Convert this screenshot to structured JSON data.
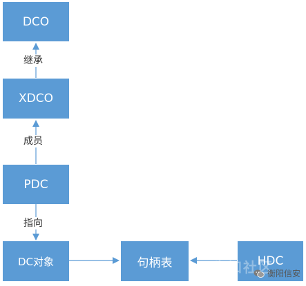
{
  "nodes": {
    "dco": "DCO",
    "xdco": "XDCO",
    "pdc": "PDC",
    "dc_object": "DC对象",
    "handle_table": "句柄表",
    "hdc": "HDC"
  },
  "edges": {
    "inherit": "继承",
    "member": "成员",
    "points_to": "指向"
  },
  "watermark": {
    "text": "衡阳信安",
    "faint_text": "先知社区"
  },
  "colors": {
    "box_fill": "#5b9bd5",
    "arrow": "#5b9bd5",
    "label_text": "#333333"
  }
}
